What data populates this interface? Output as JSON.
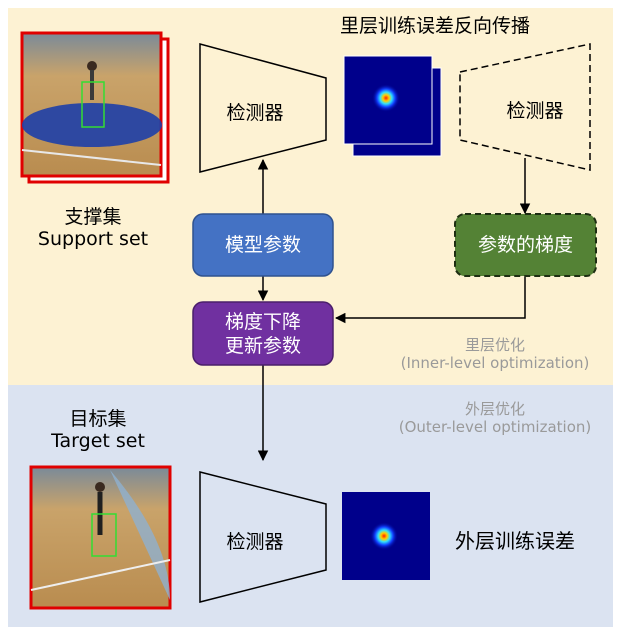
{
  "inner_loss_title": "里层训练误差反向传播",
  "support_set": {
    "line1": "支撑集",
    "line2": "Support set"
  },
  "target_set": {
    "line1": "目标集",
    "line2": "Target set"
  },
  "detector_label": "检测器",
  "model_params": "模型参数",
  "param_gradient": "参数的梯度",
  "gradient_descent": {
    "line1": "梯度下降",
    "line2": "更新参数"
  },
  "inner_level": {
    "zh": "里层优化",
    "en": "(Inner-level optimization)"
  },
  "outer_level": {
    "zh": "外层优化",
    "en": "(Outer-level optimization)"
  },
  "outer_loss": "外层训练误差",
  "colors": {
    "inner_bg": "#fdf2d3",
    "outer_bg": "#dbe3f1",
    "model_params_box": "#4472c4",
    "gradient_box": "#548235",
    "descent_box": "#7030a0",
    "image_border": "#e00000",
    "heatmap_bg": "#00008b"
  }
}
